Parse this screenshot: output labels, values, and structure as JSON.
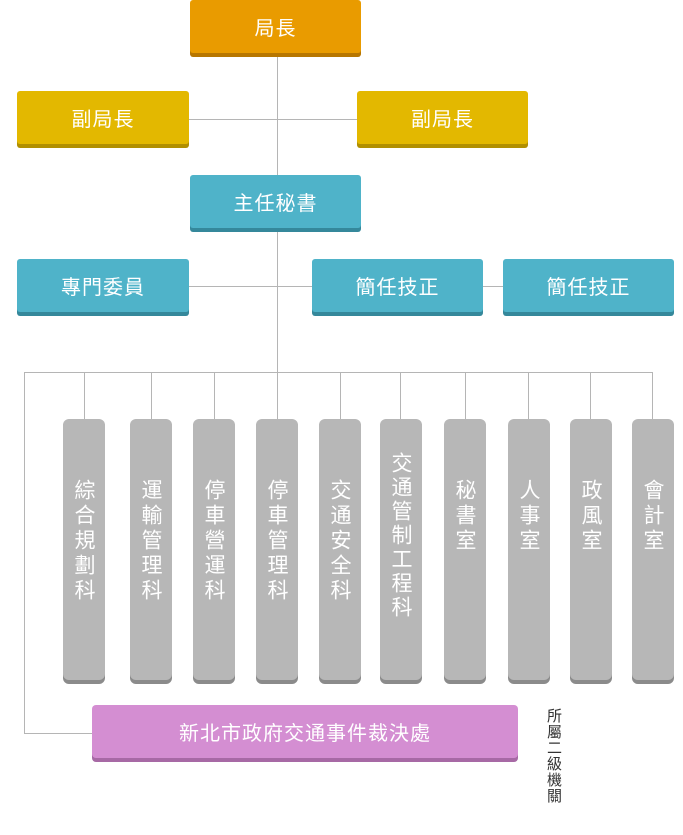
{
  "director": "局長",
  "deputies": [
    "副局長",
    "副局長"
  ],
  "chief_secretary": "主任秘書",
  "commissioner": "專門委員",
  "technical_specialists": [
    "簡任技正",
    "簡任技正"
  ],
  "sections": [
    "綜合規劃科",
    "運輸管理科",
    "停車營運科",
    "停車管理科",
    "交通安全科",
    "交通管制工程科",
    "秘書室",
    "人事室",
    "政風室",
    "會計室"
  ],
  "subordinate_agency": "新北市政府交通事件裁決處",
  "subordinate_note": "所屬二級機關",
  "colors": {
    "director": "#e99b00",
    "deputy": "#e3b800",
    "staff": "#4fb3c9",
    "section": "#b7b7b7",
    "agency": "#d48ed2",
    "connector": "#b5b5b5"
  }
}
